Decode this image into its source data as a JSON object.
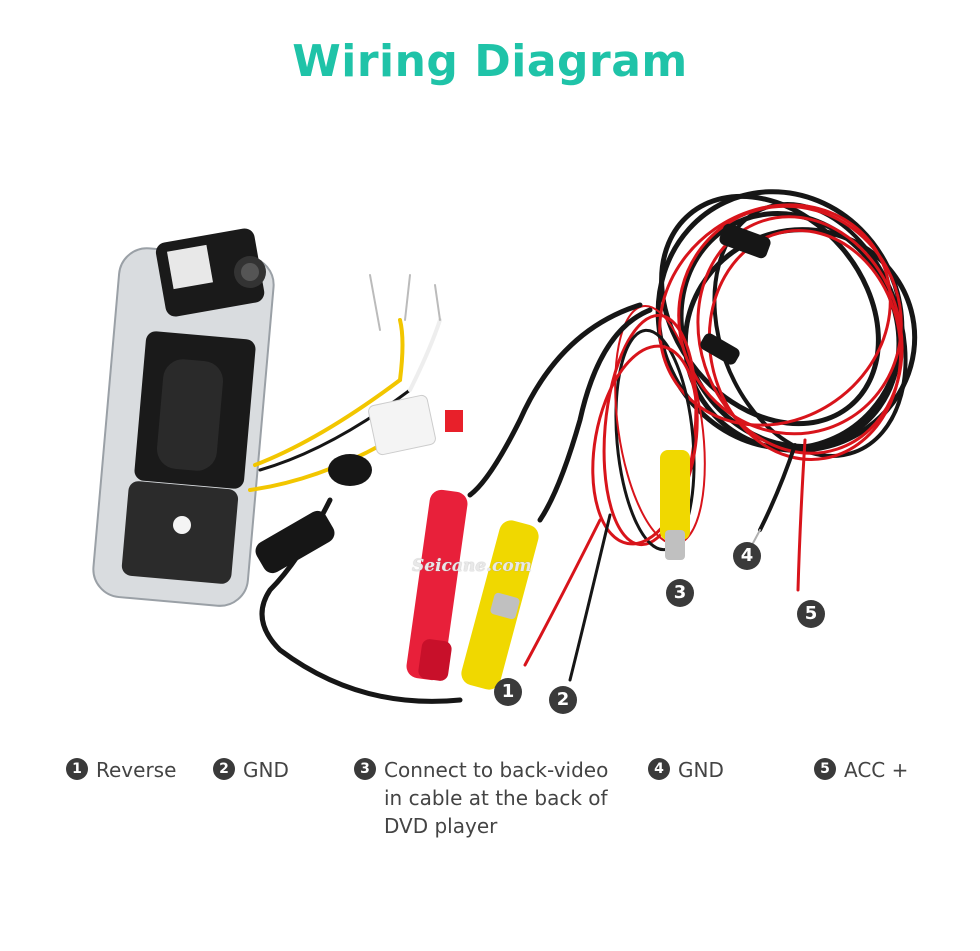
{
  "title": "Wiring Diagram",
  "watermark": "Seicane.com",
  "markers": [
    {
      "num": "1"
    },
    {
      "num": "2"
    },
    {
      "num": "3"
    },
    {
      "num": "4"
    },
    {
      "num": "5"
    }
  ],
  "legend": [
    {
      "num": "1",
      "lines": [
        "Reverse"
      ]
    },
    {
      "num": "2",
      "lines": [
        "GND"
      ]
    },
    {
      "num": "3",
      "lines": [
        "Connect to back-video",
        "in cable at the back of",
        "DVD player"
      ]
    },
    {
      "num": "4",
      "lines": [
        "GND"
      ]
    },
    {
      "num": "5",
      "lines": [
        "ACC +"
      ]
    }
  ],
  "colors": {
    "title": "#1fc3a8",
    "wire_red": "#d8141b",
    "wire_black": "#161616",
    "wire_yellow": "#f2c600",
    "rca_red": "#e8203a",
    "rca_yellow": "#f0d800",
    "badge": "#3a3a3a"
  }
}
